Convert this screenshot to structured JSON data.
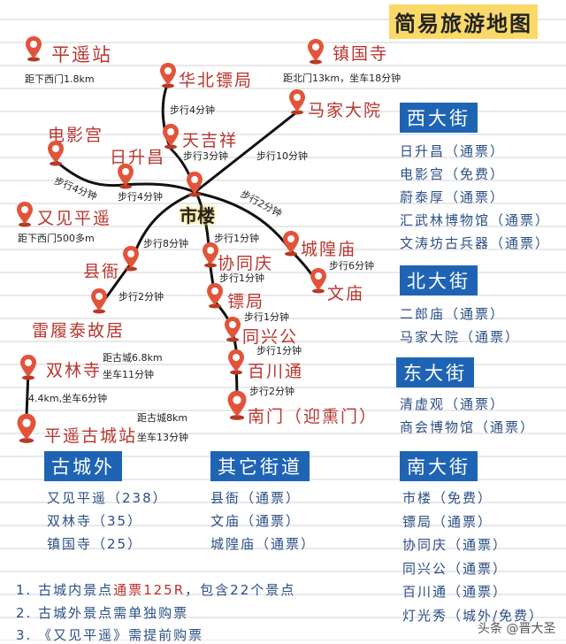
{
  "title": "简易旅游地图",
  "accent": "#1f64b4",
  "pin_color": "#e2543a",
  "places": {
    "pingyao_station": "平遥站",
    "pingyao_station_note": "距下西门1.8km",
    "zhenguo": "镇国寺",
    "zhenguo_note": "距北门13km，坐车18分钟",
    "huabei": "华北镖局",
    "majia": "马家大院",
    "dianying": "电影宫",
    "tianjixiang": "天吉祥",
    "rishengchang": "日升昌",
    "shilou": "市楼",
    "youjian": "又见平遥",
    "youjian_note": "距下西门500多m",
    "chenghuang": "城隍庙",
    "xianya": "县衙",
    "xietong": "协同庆",
    "wenmiao": "文庙",
    "biaoju": "镖局",
    "leilvtai": "雷履泰故居",
    "tongxing": "同兴公",
    "baichuan": "百川通",
    "shuanglin": "双林寺",
    "shuanglin_note1": "距古城6.8km",
    "shuanglin_note2": "坐车11分钟",
    "nanmen": "南门（迎熏门）",
    "gucheng_station": "平遥古城站",
    "gucheng_note1": "距古城8km",
    "gucheng_note2": "坐车13分钟",
    "shuanglin_to_station": "4.4km,坐车6分钟"
  },
  "routes": {
    "huabei_tianji": "步行4分钟",
    "tianji_shilou": "步行3分钟",
    "majia_shilou": "步行10分钟",
    "dianying_risheng": "步行4分钟",
    "risheng_shilou": "步行4分钟",
    "shilou_chenghuang": "步行2分钟",
    "shilou_xianya": "步行8分钟",
    "shilou_xietong": "步行1分钟",
    "chenghuang_wenmiao": "步行6分钟",
    "xianya_leilvtai": "步行2分钟",
    "xietong_biaoju": "步行1分钟",
    "biaoju_tongxing": "步行1分钟",
    "tongxing_baichuan": "步行1分钟",
    "baichuan_nanmen": "步行2分钟"
  },
  "sections": {
    "west": {
      "header": "西大街",
      "items": [
        "日升昌（通票）",
        "电影宫（免费）",
        "蔚泰厚（通票）",
        "汇武林博物馆（通票）",
        "文涛坊古兵器（通票）"
      ]
    },
    "north": {
      "header": "北大街",
      "items": [
        "二郎庙（通票）",
        "马家大院（通票）"
      ]
    },
    "east": {
      "header": "东大街",
      "items": [
        "清虚观（通票）",
        "商会博物馆（通票）"
      ]
    },
    "outside": {
      "header": "古城外",
      "items": [
        "又见平遥（238）",
        "双林寺（35）",
        "镇国寺（25）"
      ]
    },
    "other": {
      "header": "其它街道",
      "items": [
        "县衙（通票）",
        "文庙（通票）",
        "城隍庙（通票）"
      ]
    },
    "south": {
      "header": "南大街",
      "items": [
        "市楼（免费）",
        "镖局（通票）",
        "协同庆（通票）",
        "同兴公（通票）",
        "百川通（通票）",
        "灯光秀（城外/免费）"
      ]
    }
  },
  "notes": {
    "n1_a": "1. 古城内景点",
    "n1_b": "通票125R",
    "n1_c": "，包含22个景点",
    "n2": "2. 古城外景点需单独购票",
    "n3": "3. 《又见平遥》需提前购票"
  },
  "watermark": "头条 @晋大圣"
}
